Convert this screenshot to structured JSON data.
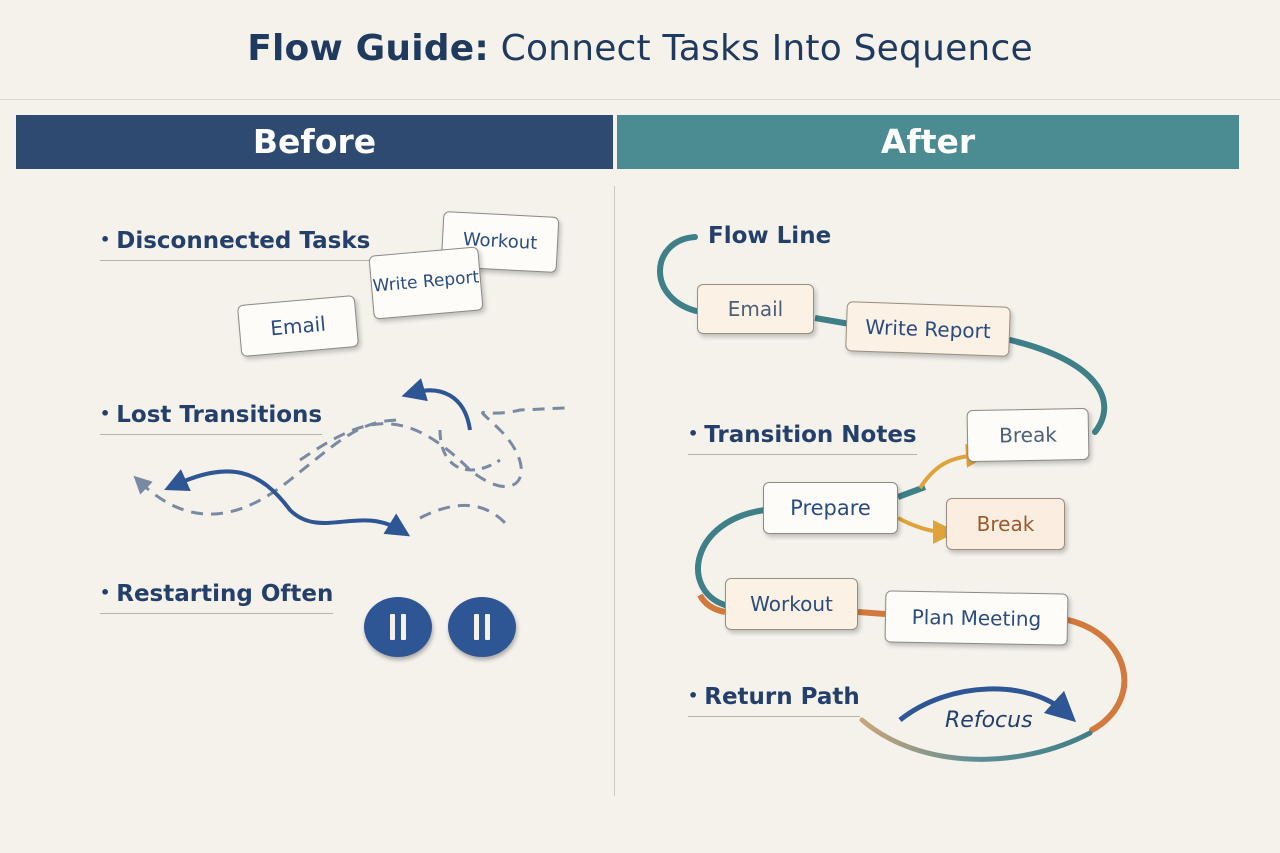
{
  "title": {
    "strong": "Flow Guide:",
    "light": "Connect Tasks Into Sequence"
  },
  "before": {
    "heading": "Before",
    "bullets": [
      "Disconnected Tasks",
      "Lost Transitions",
      "Restarting Often"
    ],
    "cards": [
      "Workout",
      "Write Report",
      "Email"
    ]
  },
  "after": {
    "heading": "After",
    "bullets": [
      "Flow Line",
      "Transition Notes",
      "Return Path"
    ],
    "cards": {
      "email": "Email",
      "write_report": "Write Report",
      "break_top": "Break",
      "prepare": "Prepare",
      "break_bottom": "Break",
      "workout": "Workout",
      "plan_meeting": "Plan Meeting"
    },
    "return_label": "Refocus"
  },
  "colors": {
    "before_banner": "#2e4a70",
    "after_banner": "#4b8c93",
    "flow_teal": "#3f7f88",
    "flow_orange": "#d27a3e",
    "arrow_gold": "#e0a23a",
    "arrow_blue": "#2f5694"
  },
  "icons": [
    "pause-icon",
    "pause-icon"
  ]
}
